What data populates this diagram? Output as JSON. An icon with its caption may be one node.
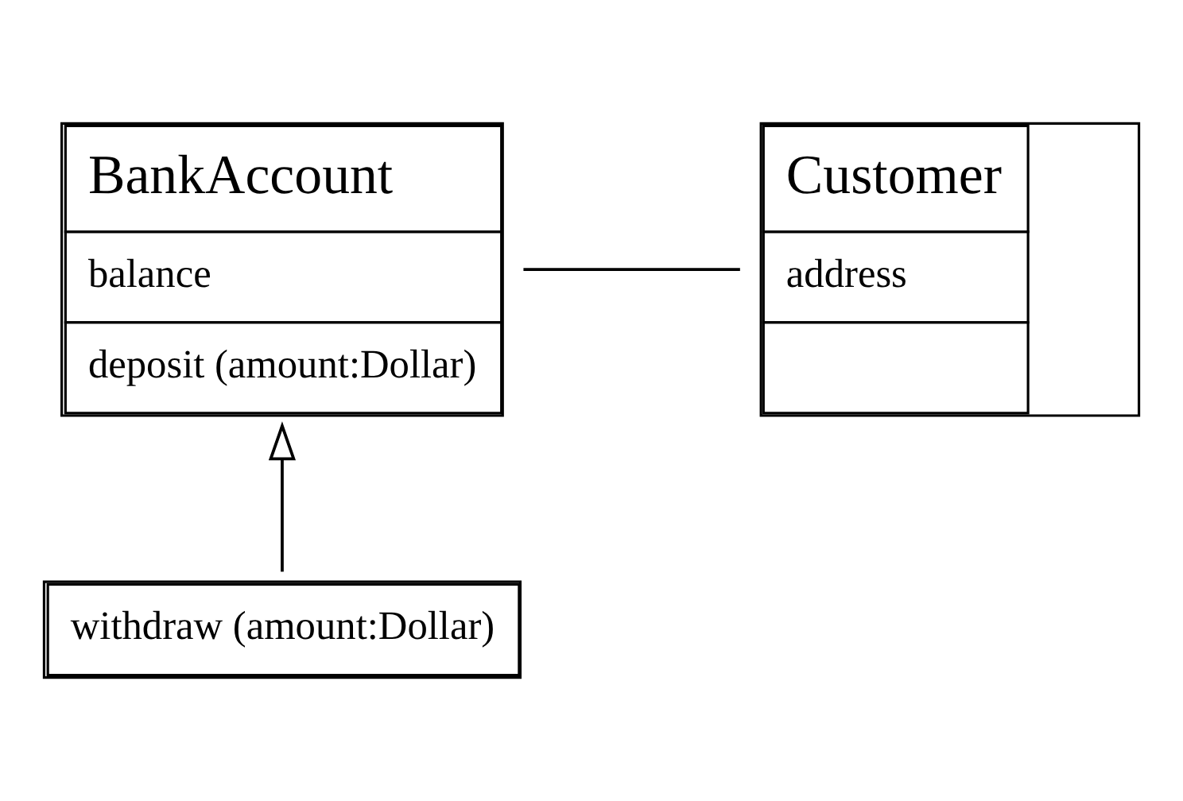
{
  "diagram": {
    "nodes": [
      {
        "text": [
          "BankAccount",
          "balance",
          "deposit (amount:Dollar)"
        ]
      },
      {
        "text": [
          "Customer",
          "address"
        ]
      },
      {
        "text": [
          "withdraw (amount:Dollar)"
        ]
      }
    ],
    "edges": [
      {
        "from": 0,
        "to": 1,
        "arrow": "none"
      },
      {
        "from": 2,
        "to": 0,
        "arrow": "to"
      }
    ]
  }
}
